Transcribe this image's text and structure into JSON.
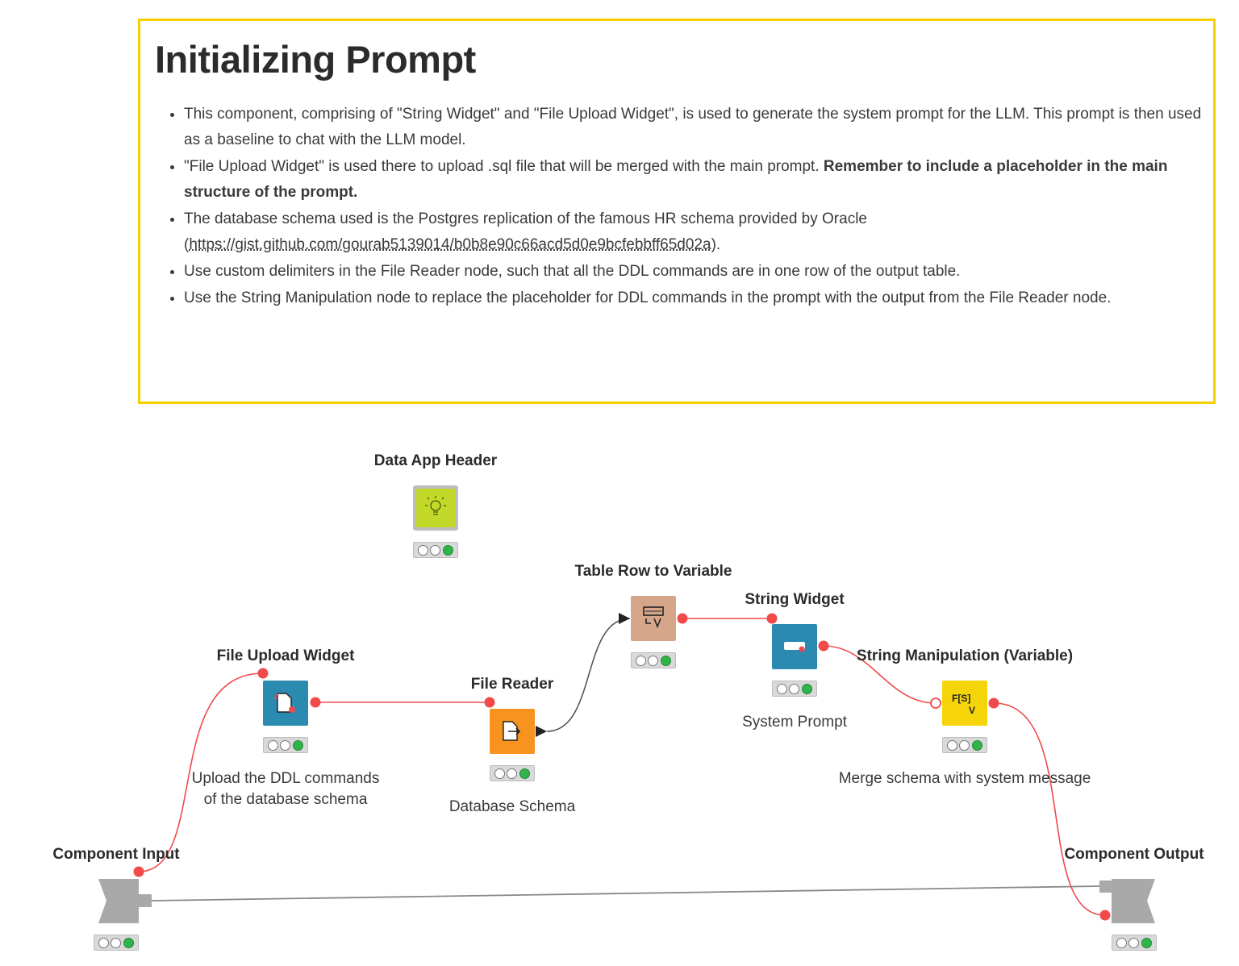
{
  "annotation": {
    "title": "Initializing Prompt",
    "bullets": [
      {
        "html_parts": [
          "This component, comprising of \"String Widget\" and \"File Upload Widget\", is used to generate the system prompt for the LLM. This prompt is then used as a baseline to chat with the LLM model."
        ]
      },
      {
        "text": "\"File Upload Widget\" is used there to upload .sql file that will be merged with the main prompt. ",
        "bold": "Remember to include a placeholder in the main structure of the prompt."
      },
      {
        "text": "The database schema used is the Postgres replication of the famous HR schema provided by Oracle (",
        "link": "https://gist.github.com/gourab5139014/b0b8e90c66acd5d0e9bcfebbff65d02a",
        "after": ")."
      },
      {
        "text": "Use custom delimiters in the File Reader node, such that all the DDL commands are in one row of the output table."
      },
      {
        "text": "Use the String Manipulation node to replace the placeholder for DDL commands in the prompt with the output from the File Reader node."
      }
    ]
  },
  "nodes": {
    "data_app_header": {
      "label": "Data App Header",
      "desc": ""
    },
    "file_upload_widget": {
      "label": "File Upload Widget",
      "desc_line1": "Upload the DDL commands",
      "desc_line2": "of the database schema"
    },
    "file_reader": {
      "label": "File Reader",
      "desc": "Database Schema"
    },
    "table_row_to_variable": {
      "label": "Table Row to Variable",
      "desc": ""
    },
    "string_widget": {
      "label": "String Widget",
      "desc": "System Prompt"
    },
    "string_manipulation": {
      "label": "String Manipulation (Variable)",
      "desc": "Merge schema with system message",
      "icon_text": "F[S]",
      "icon_sub": "V"
    },
    "component_input": {
      "label": "Component Input"
    },
    "component_output": {
      "label": "Component Output"
    }
  },
  "colors": {
    "annotation_border": "#f5d000",
    "flow_variable": "#f04a4a",
    "widget_blue": "#2a8ab0",
    "reader_orange": "#f7931e",
    "manipulator_yellow": "#f5d40a",
    "converter_tan": "#d6a68a",
    "app_header_green": "#c3d92a",
    "status_green": "#2fb34a"
  }
}
